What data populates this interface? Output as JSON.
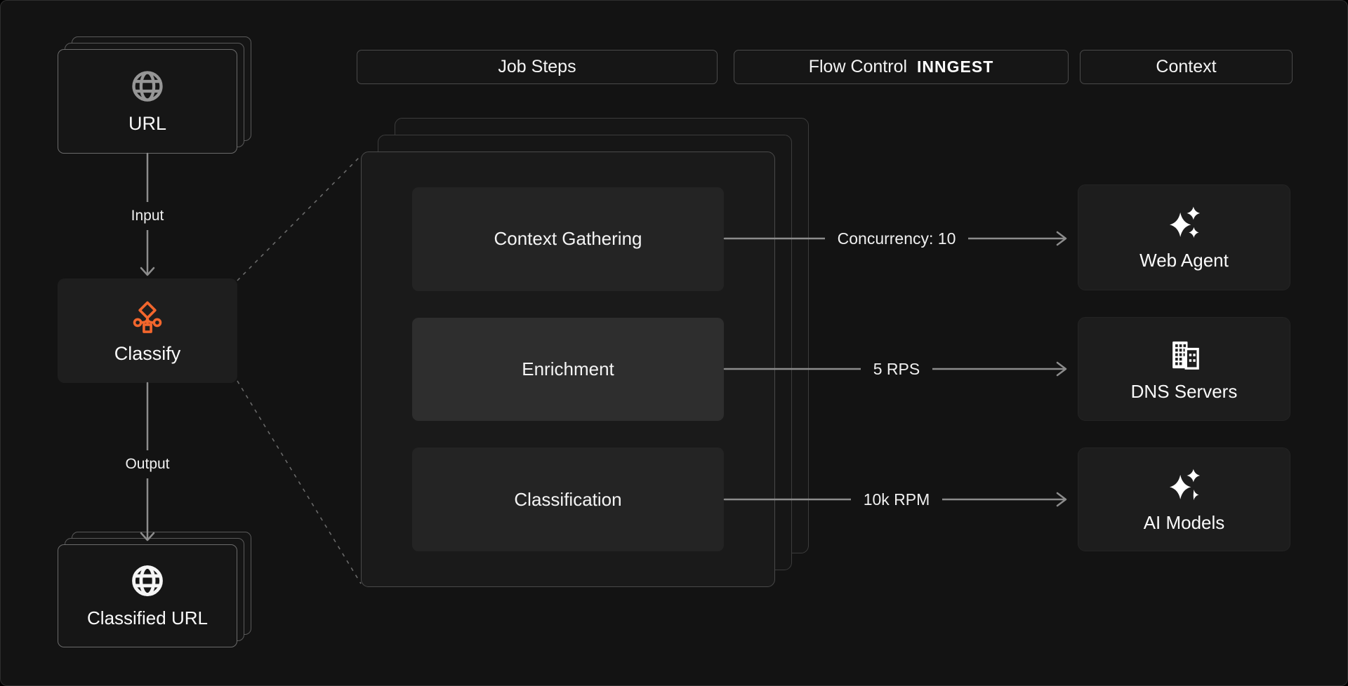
{
  "colors": {
    "background": "#131313",
    "accent_orange": "#F2662D",
    "connector_gray": "#8C8C8C",
    "text_white": "#F2F2F2"
  },
  "column_headers": {
    "job_steps": "Job Steps",
    "flow_control": "Flow Control",
    "flow_control_logo": "INNGEST",
    "context": "Context"
  },
  "pipeline": {
    "input_card": {
      "label": "URL",
      "icon": "globe-icon"
    },
    "input_edge_label": "Input",
    "process_card": {
      "label": "Classify",
      "icon": "classify-tree-icon"
    },
    "output_edge_label": "Output",
    "output_card": {
      "label": "Classified URL",
      "icon": "globe-icon"
    }
  },
  "job_steps": [
    {
      "label": "Context Gathering",
      "highlight": false
    },
    {
      "label": "Enrichment",
      "highlight": true
    },
    {
      "label": "Classification",
      "highlight": false
    }
  ],
  "flow_control_labels": [
    "Concurrency: 10",
    "5 RPS",
    "10k RPM"
  ],
  "context_cards": [
    {
      "label": "Web Agent",
      "icon": "sparkles-icon"
    },
    {
      "label": "DNS Servers",
      "icon": "buildings-icon"
    },
    {
      "label": "AI Models",
      "icon": "sparkles-icon"
    }
  ]
}
